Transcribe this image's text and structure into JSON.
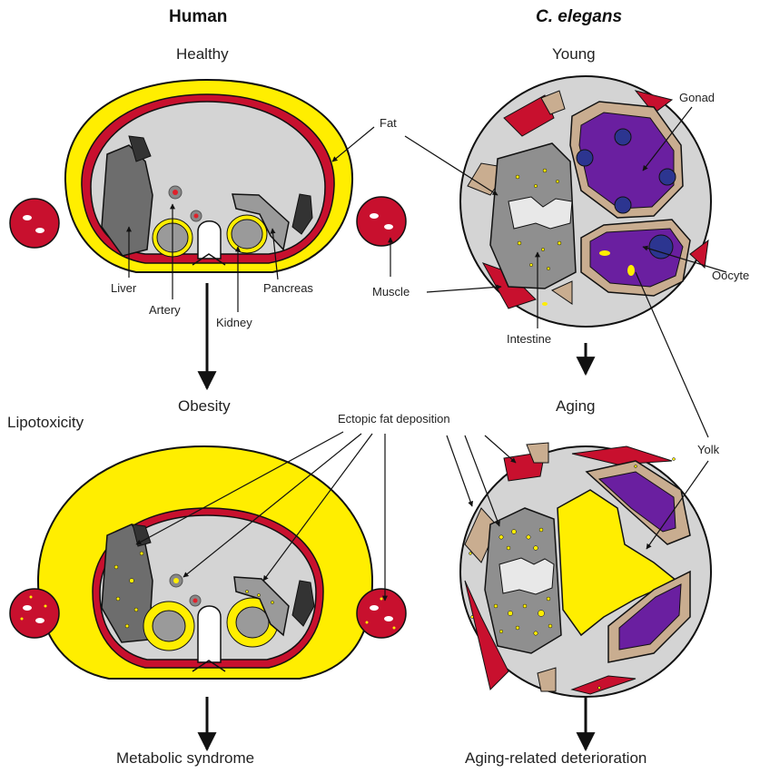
{
  "headers": {
    "human": "Human",
    "celegans": "C. elegans"
  },
  "states": {
    "healthy": "Healthy",
    "young": "Young",
    "obesity": "Obesity",
    "aging": "Aging",
    "metabolic": "Metabolic syndrome",
    "deterioration": "Aging-related deterioration"
  },
  "side_label": "Lipotoxicity",
  "labels": {
    "fat": "Fat",
    "liver": "Liver",
    "artery": "Artery",
    "kidney": "Kidney",
    "pancreas": "Pancreas",
    "gonad": "Gonad",
    "oocyte": "Oocyte",
    "muscle": "Muscle",
    "intestine": "Intestine",
    "yolk": "Yolk",
    "ectopic": "Ectopic fat deposition"
  },
  "colors": {
    "fat": "#ffee00",
    "muscle": "#c8102e",
    "organ_gray": "#6d6d6d",
    "body_gray": "#d4d4d4",
    "gonad": "#6a1fa0",
    "cuticle_tan": "#c9ad90",
    "nucleus": "#2c3590"
  }
}
